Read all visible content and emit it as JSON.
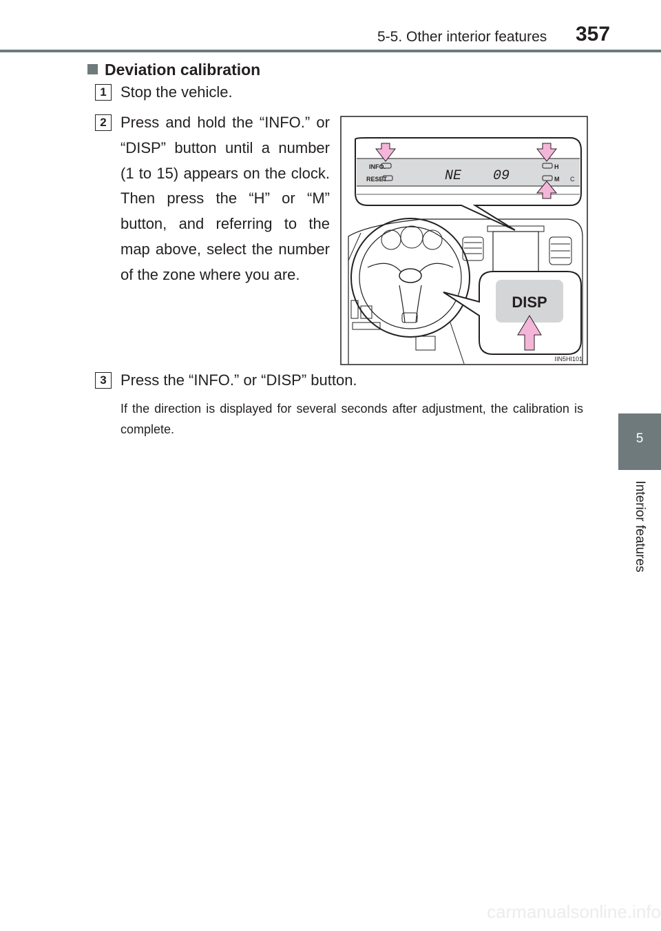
{
  "header": {
    "section_title": "5-5. Other interior features",
    "page_number": "357"
  },
  "side_tab": {
    "chapter_number": "5",
    "chapter_title": "Interior features"
  },
  "section": {
    "heading": "Deviation calibration"
  },
  "steps": [
    {
      "number": "1",
      "text": "Stop the vehicle."
    },
    {
      "number": "2",
      "text": "Press and hold the “INFO.” or “DISP” button until a number (1 to 15) appears on the clock. Then press the “H” or “M” button, and referring to the map above, select the number of the zone where you are."
    },
    {
      "number": "3",
      "text": "Press the “INFO.” or “DISP” button."
    }
  ],
  "note": "If the direction is displayed for several seconds after adjustment, the calibration is complete.",
  "figure": {
    "display_left_top": "INFO.",
    "display_left_bottom": "RESET",
    "display_direction": "NE",
    "display_number": "09",
    "display_right_top": "H",
    "display_right_bottom": "M",
    "display_edge": "C",
    "callout_button": "DISP",
    "figure_id": "IIN5HI101",
    "colors": {
      "arrow": "#f4b6d8",
      "display_bg": "#d9dadb",
      "disp_bg": "#d4d5d6"
    }
  },
  "watermark": "carmanualsonline.info"
}
